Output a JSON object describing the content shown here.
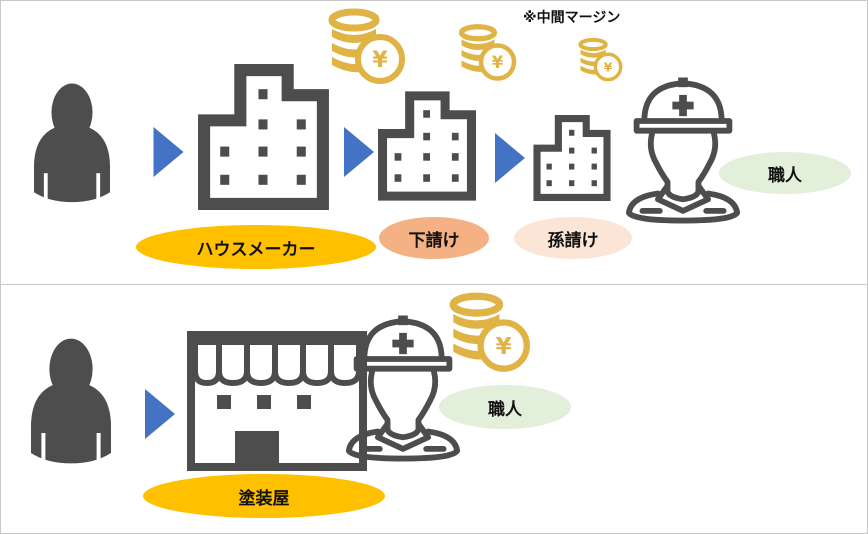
{
  "top_panel": {
    "note": "※中間マージン",
    "labels": {
      "house_maker": "ハウスメーカー",
      "subcontractor": "下請け",
      "sub_subcontractor": "孫請け",
      "craftsman": "職人"
    }
  },
  "bottom_panel": {
    "labels": {
      "painter": "塗装屋",
      "craftsman": "職人"
    }
  },
  "colors": {
    "icon_gray": "#4d4d4d",
    "arrow_blue": "#4472c4",
    "coin_gold": "#dfb445",
    "oval_yellow": "#ffc000",
    "oval_orange": "#f4b183",
    "oval_peach": "#fbe5d6",
    "oval_green": "#e2efda"
  }
}
